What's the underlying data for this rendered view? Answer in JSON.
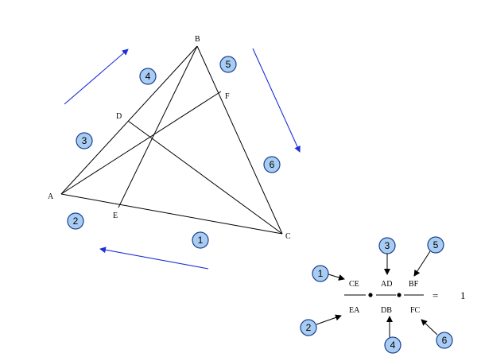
{
  "vertices": {
    "A": "A",
    "B": "B",
    "C": "C",
    "D": "D",
    "E": "E",
    "F": "F"
  },
  "badges": [
    "1",
    "2",
    "3",
    "4",
    "5",
    "6"
  ],
  "formula": {
    "t1": {
      "num": "CE",
      "den": "EA"
    },
    "t2": {
      "num": "AD",
      "den": "DB"
    },
    "t3": {
      "num": "BF",
      "den": "FC"
    },
    "equals": "=",
    "result": "1"
  },
  "colors": {
    "arrow": "#1f2fd6",
    "badge_fill": "#a9cdf2",
    "badge_stroke": "#1a3f8f"
  }
}
